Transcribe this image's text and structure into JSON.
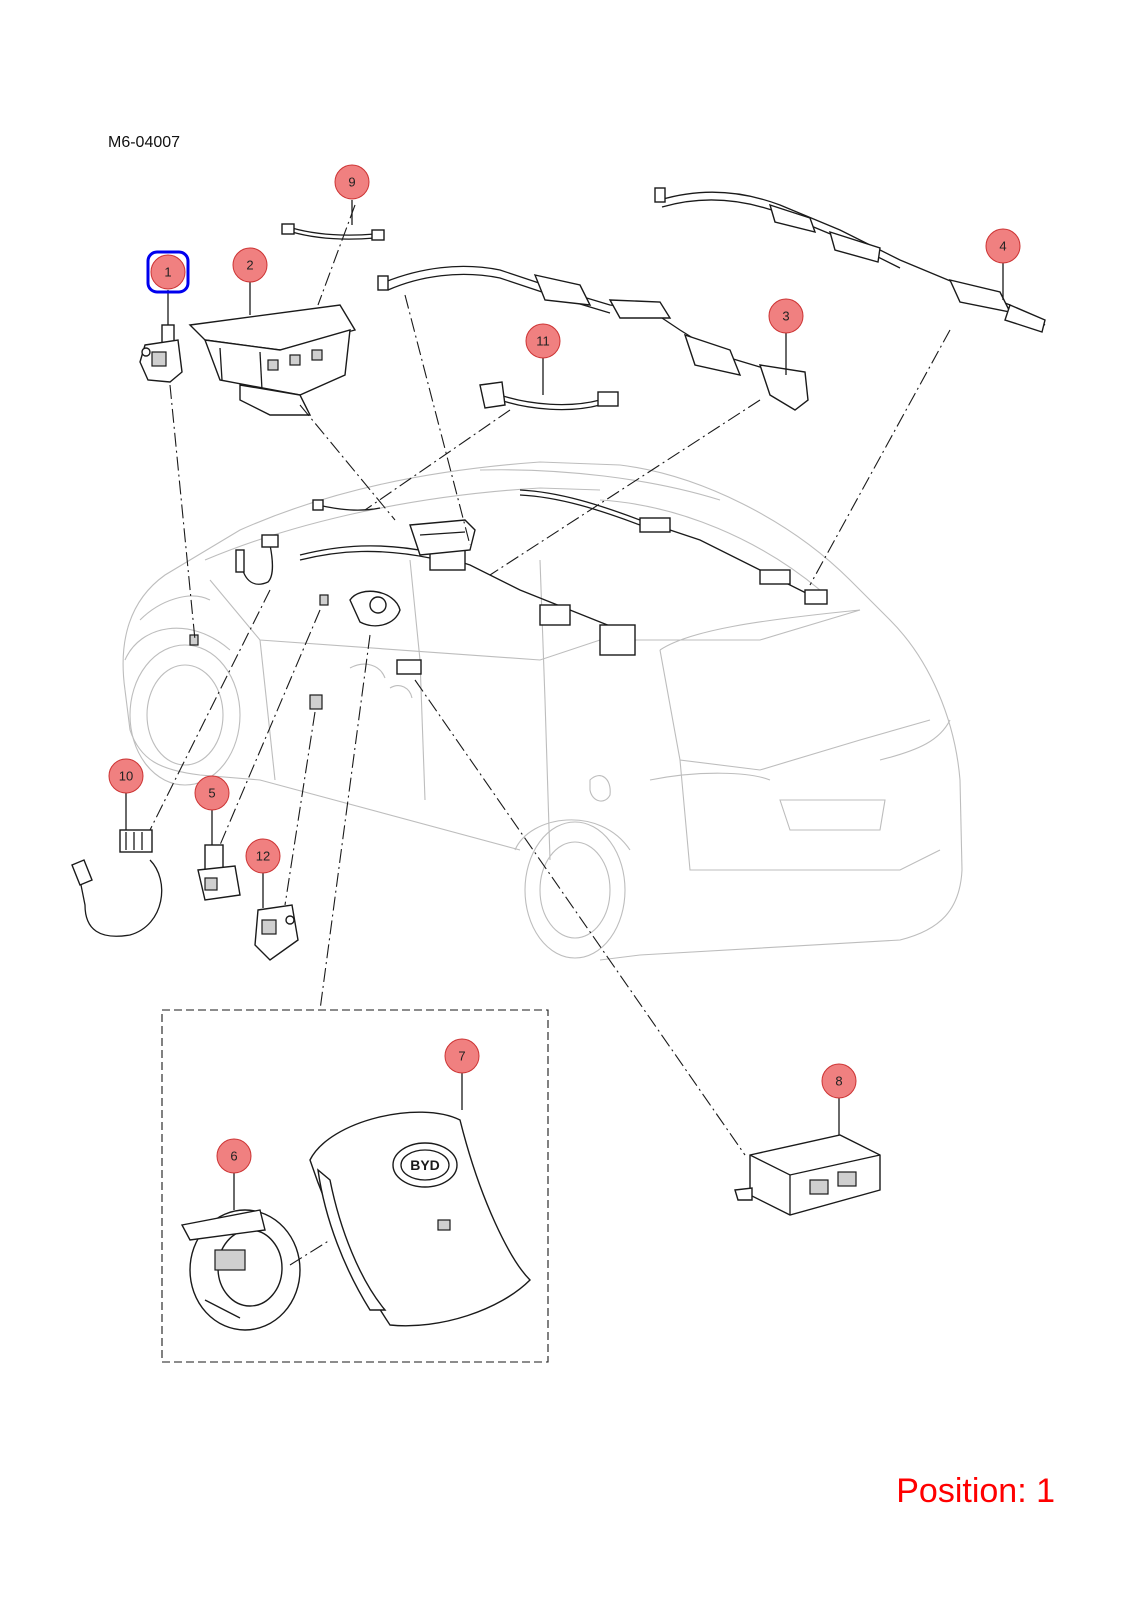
{
  "drawing_code": "M6-04007",
  "position_label": "Position: 1",
  "colors": {
    "callout_fill": "#f08080",
    "callout_stroke": "#cc3333",
    "highlight": "#0000ee",
    "position_text": "#ff0000"
  },
  "callouts": [
    {
      "label": "1",
      "highlighted": true
    },
    {
      "label": "2"
    },
    {
      "label": "3"
    },
    {
      "label": "4"
    },
    {
      "label": "5"
    },
    {
      "label": "6"
    },
    {
      "label": "7"
    },
    {
      "label": "8"
    },
    {
      "label": "9"
    },
    {
      "label": "10"
    },
    {
      "label": "11"
    },
    {
      "label": "12"
    }
  ]
}
